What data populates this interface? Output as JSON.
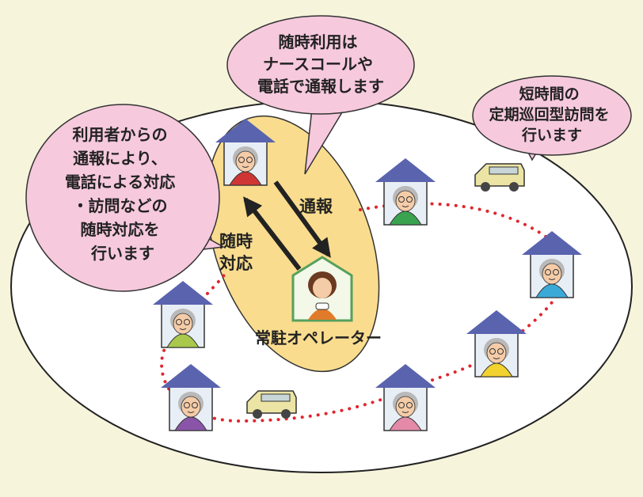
{
  "bubbles": {
    "top": [
      "随時利用は",
      "ナースコールや",
      "電話で通報します"
    ],
    "right": [
      "短時間の",
      "定期巡回型訪問を",
      "行います"
    ],
    "left": [
      "利用者からの",
      "通報により、",
      "電話による対応",
      "・訪問などの",
      "随時対応を",
      "行います"
    ]
  },
  "arrows": {
    "report": "通報",
    "response": [
      "随時",
      "対応"
    ]
  },
  "operator_label": "常駐オペレーター",
  "colors": {
    "background": "#f7f4dc",
    "bubble_fill": "#f6c9dc",
    "zone_fill": "#f9dc8e",
    "roof": "#5a63ae",
    "route_dots": "#e0262e",
    "house_fill": "#e8eef5",
    "operator_house": "#56a05e",
    "van": "#ece4a4"
  },
  "icons": [
    "house-icon",
    "elderly-person-icon",
    "operator-icon",
    "van-icon",
    "arrow-icon"
  ]
}
